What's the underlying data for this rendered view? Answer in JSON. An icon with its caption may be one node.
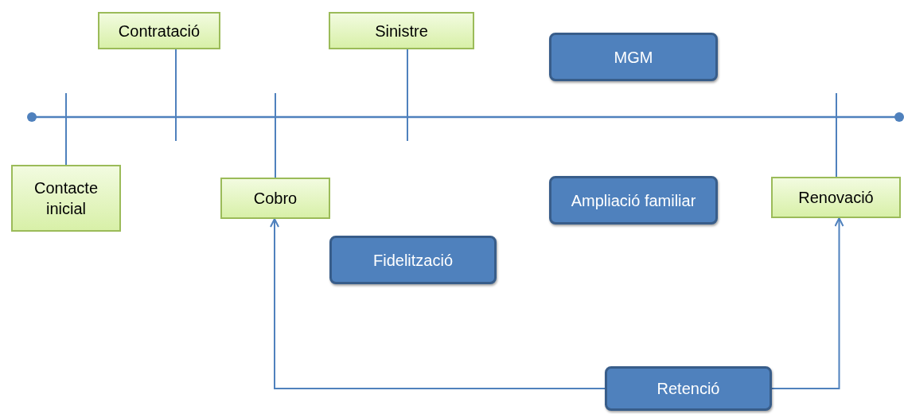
{
  "diagram": {
    "nodes": [
      {
        "text": [
          "Contratació"
        ]
      },
      {
        "text": [
          "Sinistre"
        ]
      },
      {
        "text": [
          "MGM"
        ]
      },
      {
        "text": [
          "Contacte inicial"
        ]
      },
      {
        "text": [
          "Cobro"
        ]
      },
      {
        "text": [
          "Ampliació familiar"
        ]
      },
      {
        "text": [
          "Renovació"
        ]
      },
      {
        "text": [
          "Fidelització"
        ]
      },
      {
        "text": [
          "Retenció"
        ]
      }
    ],
    "edges": [
      {
        "from": 8,
        "to": 4,
        "arrow": "to"
      },
      {
        "from": 8,
        "to": 6,
        "arrow": "to"
      }
    ]
  }
}
